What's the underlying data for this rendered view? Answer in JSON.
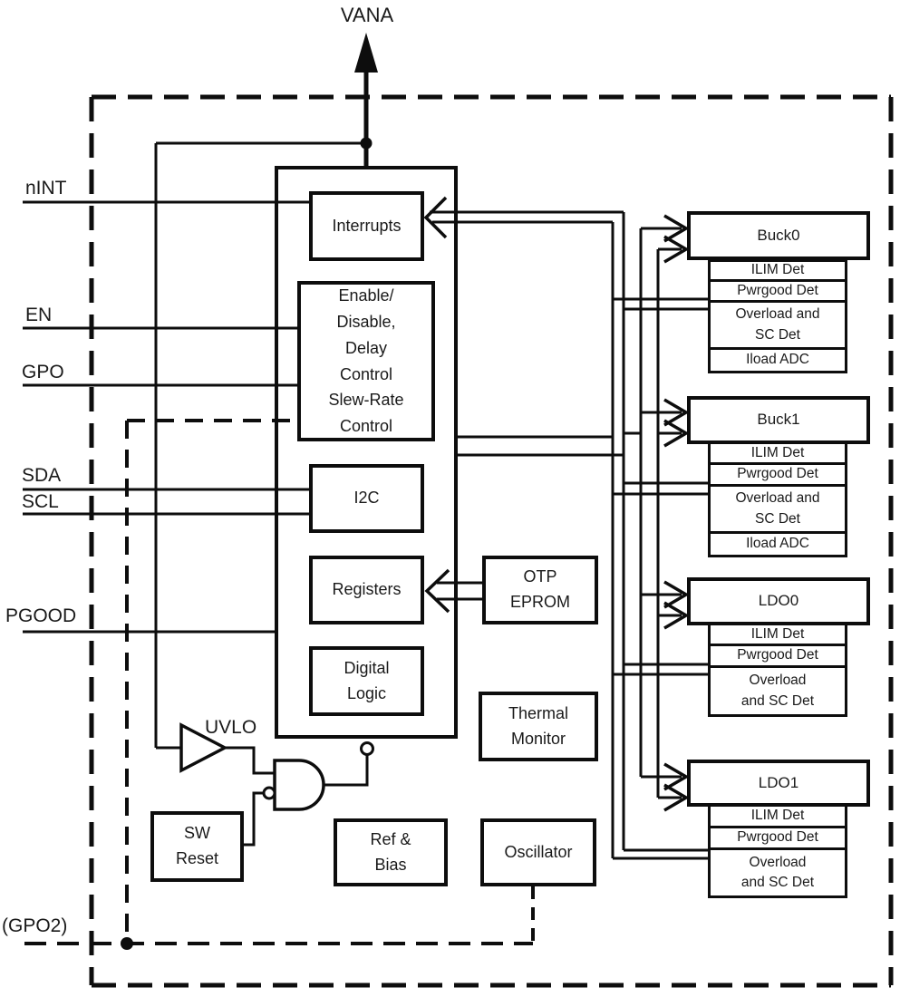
{
  "power_pin": {
    "vana": "VANA"
  },
  "pins": {
    "nint": "nINT",
    "en": "EN",
    "gpo": "GPO",
    "sda": "SDA",
    "scl": "SCL",
    "pgood": "PGOOD",
    "gpo2": "(GPO2)"
  },
  "blocks": {
    "interrupts": "Interrupts",
    "enable": "Enable/\nDisable,\nDelay\nControl\nSlew-Rate\nControl",
    "i2c": "I2C",
    "registers": "Registers",
    "digital_logic": "Digital\nLogic",
    "otp": "OTP\nEPROM",
    "thermal": "Thermal\nMonitor",
    "sw_reset": "SW\nReset",
    "ref_bias": "Ref &\nBias",
    "oscillator": "Oscillator",
    "uvlo": "UVLO"
  },
  "regulators": [
    {
      "title": "Buck0",
      "subs": [
        "ILIM Det",
        "Pwrgood Det",
        "Overload and\nSC Det",
        "Iload ADC"
      ]
    },
    {
      "title": "Buck1",
      "subs": [
        "ILIM Det",
        "Pwrgood Det",
        "Overload and\nSC Det",
        "Iload ADC"
      ]
    },
    {
      "title": "LDO0",
      "subs": [
        "ILIM Det",
        "Pwrgood Det",
        "Overload\nand SC Det"
      ]
    },
    {
      "title": "LDO1",
      "subs": [
        "ILIM Det",
        "Pwrgood Det",
        "Overload\nand SC Det"
      ]
    }
  ],
  "colors": {
    "line": "#0d0d0d",
    "text": "#1a1a1a",
    "background": "#ffffff"
  }
}
